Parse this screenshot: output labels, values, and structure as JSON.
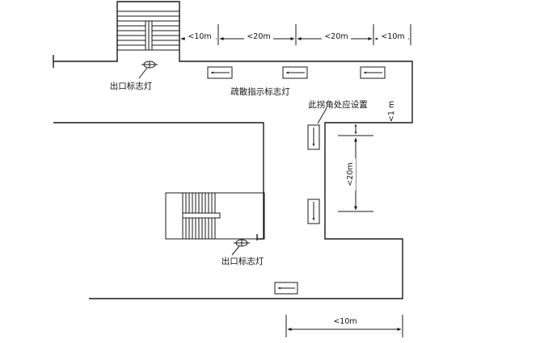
{
  "labels": {
    "exit_sign_light_top": "出口标志灯",
    "exit_sign_light_bottom": "出口标志灯",
    "evacuation_sign": "疏散指示标志灯",
    "corner_note": "此拐角处应设置"
  },
  "dimensions": {
    "top_seg_1": "<10m",
    "top_seg_2": "<20m",
    "top_seg_3": "<20m",
    "top_seg_4": "<10m",
    "corner_gap": "<1 m",
    "vertical_span": "<20m",
    "bottom_span": "<10m"
  },
  "colors": {
    "line": "#1a1a1a",
    "background": "#ffffff"
  }
}
